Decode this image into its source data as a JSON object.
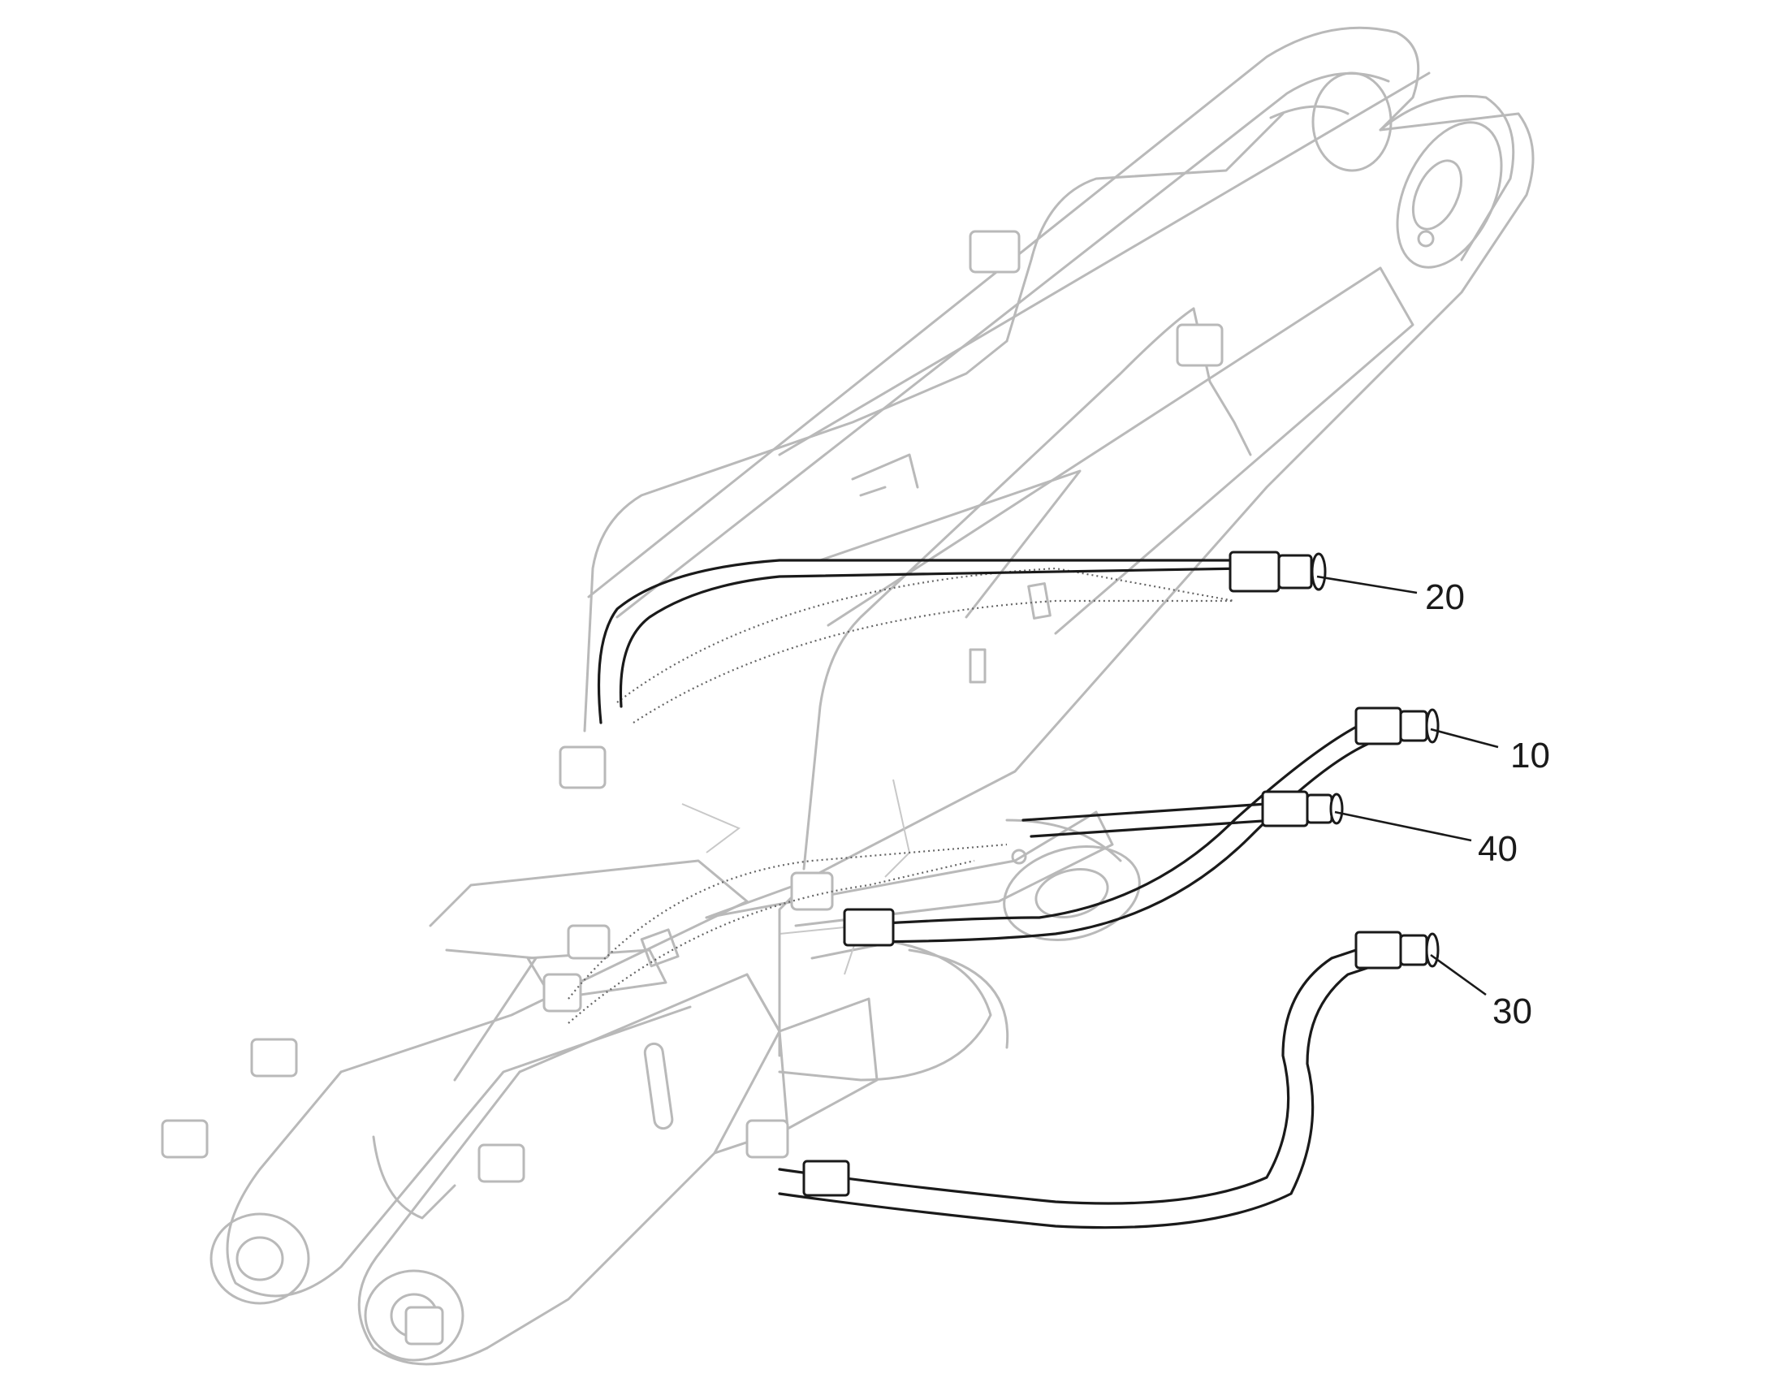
{
  "diagram": {
    "callouts": [
      {
        "id": "c20",
        "label": "20"
      },
      {
        "id": "c10",
        "label": "10"
      },
      {
        "id": "c40",
        "label": "40"
      },
      {
        "id": "c30",
        "label": "30"
      }
    ]
  }
}
